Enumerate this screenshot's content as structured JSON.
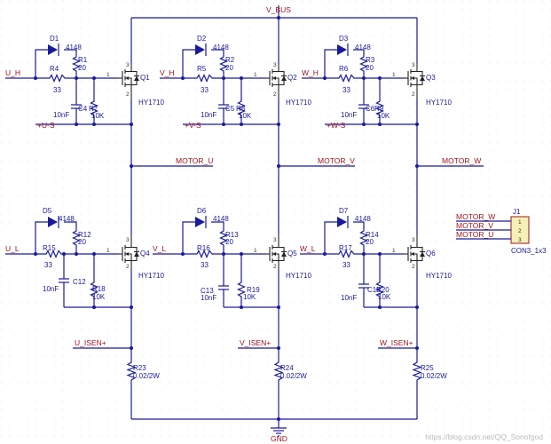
{
  "nets": {
    "vbus": "V_BUS",
    "gnd": "GND",
    "u_h": "U_H",
    "v_h": "V_H",
    "w_h": "W_H",
    "u_l": "U_L",
    "v_l": "V_L",
    "w_l": "W_L",
    "u_s": "+U-S",
    "v_s": "+V-S",
    "w_s": "+W-S",
    "motor_u": "MOTOR_U",
    "motor_v": "MOTOR_V",
    "motor_w": "MOTOR_W",
    "u_isen": "U_ISEN+",
    "v_isen": "V_ISEN+",
    "w_isen": "W_ISEN+"
  },
  "mosfet_value": "HY1710",
  "diode_value": "4148",
  "gate_resistor_value": "33",
  "pulldown_value": "10K",
  "series_resistor_value": "20",
  "cap_value": "10nF",
  "shunt_value": "0.02/2W",
  "pins": {
    "g": "1",
    "d": "3",
    "s": "2"
  },
  "cells": [
    {
      "id": "q1",
      "q": "Q1",
      "d": "D1",
      "rg": "R4",
      "rs": "R1",
      "c": "C4",
      "rp": "R7"
    },
    {
      "id": "q2",
      "q": "Q2",
      "d": "D2",
      "rg": "R5",
      "rs": "R2",
      "c": "C5",
      "rp": "R8"
    },
    {
      "id": "q3",
      "q": "Q3",
      "d": "D3",
      "rg": "R6",
      "rs": "R3",
      "c": "C6",
      "rp": "R9"
    },
    {
      "id": "q4",
      "q": "Q4",
      "d": "D5",
      "rg": "R15",
      "rs": "R12",
      "c": "C12",
      "rp": "R18"
    },
    {
      "id": "q5",
      "q": "Q5",
      "d": "D6",
      "rg": "R16",
      "rs": "R13",
      "c": "C13",
      "rp": "R19"
    },
    {
      "id": "q6",
      "q": "Q6",
      "d": "D7",
      "rg": "R17",
      "rs": "R14",
      "c": "C18",
      "rp": "R20"
    }
  ],
  "shunts": [
    "R23",
    "R24",
    "R25"
  ],
  "connector": {
    "ref": "J1",
    "value": "CON3_1x3",
    "pins": [
      "1",
      "2",
      "3"
    ],
    "nets": [
      "MOTOR_W",
      "MOTOR_V",
      "MOTOR_U"
    ]
  },
  "watermark": "https://blog.csdn.net/QQ_Sonofgod"
}
